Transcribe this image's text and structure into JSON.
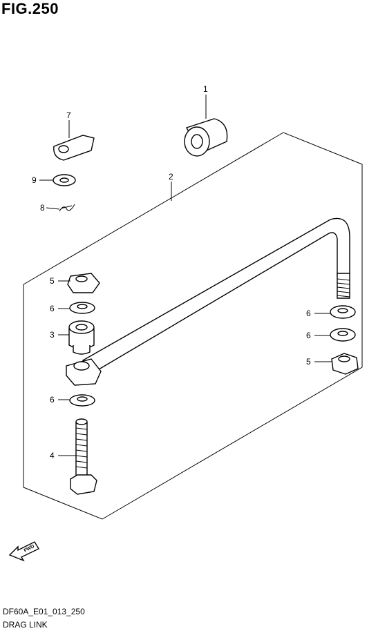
{
  "figure": {
    "title": "FIG.250",
    "diagram_code": "DF60A_E01_013_250",
    "caption": "DRAG LINK"
  },
  "callouts": {
    "c1": "1",
    "c2": "2",
    "c3": "3",
    "c4": "4",
    "c5a": "5",
    "c5b": "5",
    "c6a": "6",
    "c6b": "6",
    "c6c": "6",
    "c6d": "6",
    "c7": "7",
    "c8": "8",
    "c9": "9"
  },
  "fwd_label": "FWD"
}
